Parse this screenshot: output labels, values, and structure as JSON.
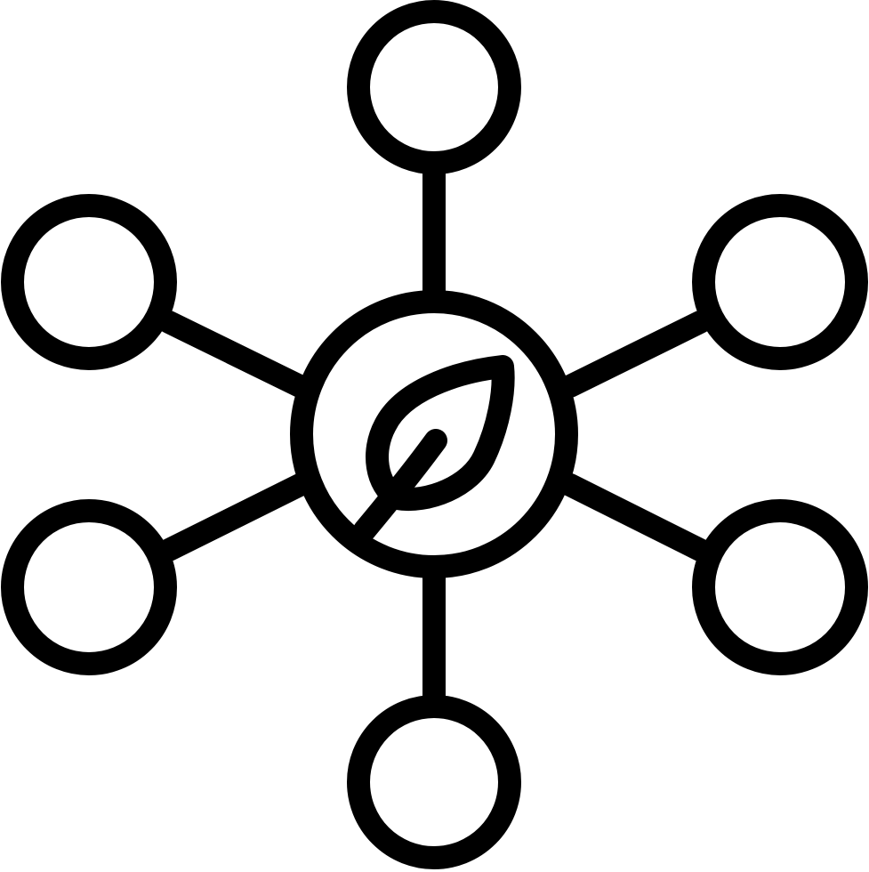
{
  "icon": {
    "name": "leaf-network-icon",
    "stroke_color": "#000000",
    "background_color": "#ffffff",
    "center_symbol": "leaf-icon",
    "outer_node_count": 6,
    "node_positions_semantic": [
      "top",
      "upper-right",
      "lower-right",
      "bottom",
      "lower-left",
      "upper-left"
    ]
  }
}
